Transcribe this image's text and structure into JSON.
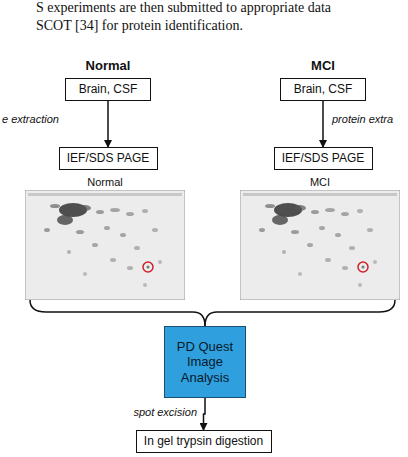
{
  "diagram": {
    "nodes": [
      {
        "text": [
          "Brain, CSF"
        ]
      },
      {
        "text": [
          "Brain, CSF"
        ]
      },
      {
        "text": [
          "IEF/SDS PAGE"
        ]
      },
      {
        "text": [
          "IEF/SDS PAGE"
        ]
      },
      {
        "text": [
          "Normal"
        ]
      },
      {
        "text": [
          "MCI"
        ]
      },
      {
        "text": [
          "PD Quest Image Analysis"
        ]
      },
      {
        "text": [
          "In gel trypsin digestion"
        ]
      }
    ],
    "edges": [
      {
        "from": 0,
        "to": 2,
        "arrow": "to",
        "label": "e extraction"
      },
      {
        "from": 1,
        "to": 3,
        "arrow": "to",
        "label": "protein extra"
      },
      {
        "from": 4,
        "to": 6,
        "arrow": "none"
      },
      {
        "from": 5,
        "to": 6,
        "arrow": "none"
      },
      {
        "from": 6,
        "to": 7,
        "arrow": "to",
        "label": "spot excision"
      }
    ],
    "labels": [
      "S experiments are then submitted to appropriate data",
      "SCOT [34] for protein identification.",
      "Normal",
      "MCI"
    ]
  }
}
